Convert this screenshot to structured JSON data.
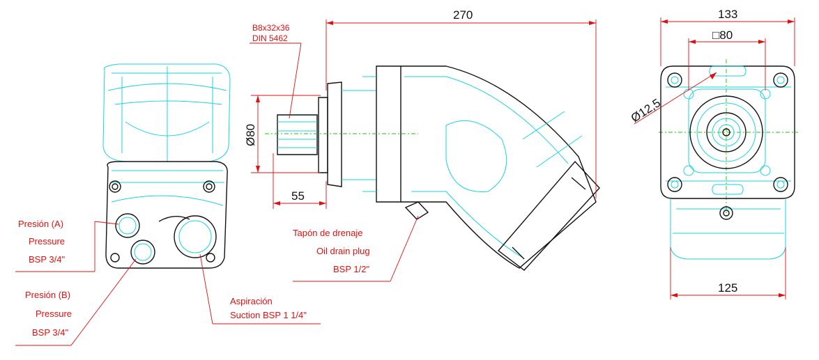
{
  "dimensions": {
    "length": "270",
    "width_top": "133",
    "flange_square": "□80",
    "hole_diameter": "Ø12,5",
    "shaft_diameter": "Ø80",
    "shaft_length": "55",
    "width_bottom": "125"
  },
  "shaft_spec": {
    "line1": "B8x32x36",
    "line2": "DIN 5462"
  },
  "callouts": {
    "pressure_a": [
      "Presión (A)",
      "Pressure",
      "BSP 3/4\""
    ],
    "pressure_b": [
      "Presión (B)",
      "Pressure",
      "BSP  3/4\""
    ],
    "suction": [
      "Aspiración",
      "Suction BSP 1 1/4\""
    ],
    "drain": [
      "Tapón de drenaje",
      "Oil drain plug",
      "BSP 1/2\""
    ]
  },
  "colors": {
    "outline": "#19d3e0",
    "dimension": "#e01010",
    "centerline": "#19c400",
    "edge": "#111111"
  }
}
